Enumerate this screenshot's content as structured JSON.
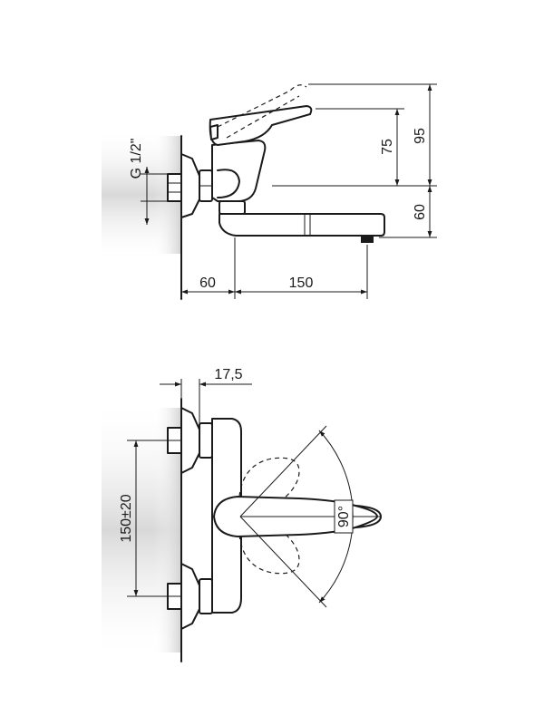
{
  "side_view": {
    "thread_label": "G 1/2\"",
    "dim_height_lever": "75",
    "dim_height_total": "95",
    "dim_spout_height": "60",
    "dim_wall_offset": "60",
    "dim_spout_reach": "150"
  },
  "top_view": {
    "dim_wall_depth": "17,5",
    "dim_inlet_spacing": "150±20",
    "dim_rotation_angle": "90°"
  },
  "colors": {
    "line": "#1a1a1a",
    "wall_shade": "#d9d9d9",
    "background": "#ffffff"
  }
}
